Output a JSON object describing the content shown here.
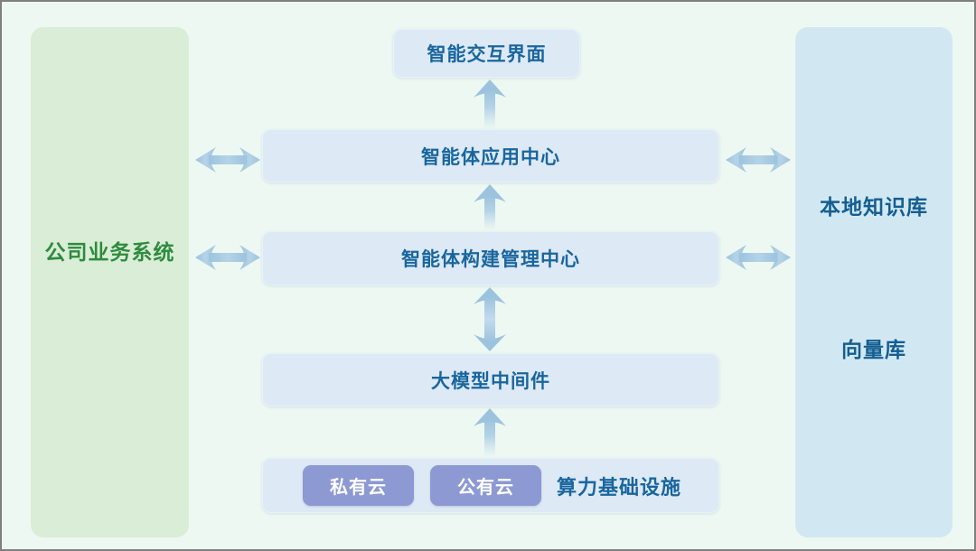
{
  "diagram": {
    "left_panel": {
      "label": "公司业务系统"
    },
    "right_panel": {
      "label_top": "本地知识库",
      "label_bottom": "向量库"
    },
    "flow": {
      "top_box": "智能交互界面",
      "app_center": "智能体应用中心",
      "build_center": "智能体构建管理中心",
      "middleware": "大模型中间件",
      "infra": {
        "private_cloud": "私有云",
        "public_cloud": "公有云",
        "label": "算力基础设施"
      }
    },
    "colors": {
      "page_bg": "#edf8f2",
      "left_panel_bg": "#d9edd7",
      "left_panel_text": "#2e8b3d",
      "right_panel_bg": "#d1e8f3",
      "right_panel_text": "#155e91",
      "box_bg": "#dde9f4",
      "box_text": "#19669e",
      "cloud_button_bg": "#8d99d3",
      "cloud_button_text": "#ffffff",
      "arrow": "#9fc6e0"
    }
  }
}
